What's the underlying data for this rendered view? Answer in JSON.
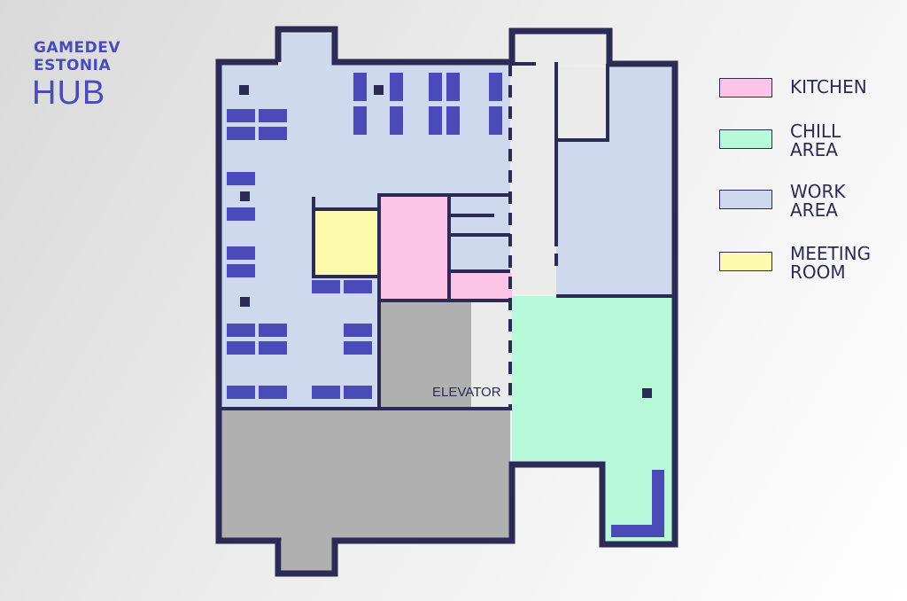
{
  "logo": {
    "line1": "GAMEDEV",
    "line2": "ESTONIA",
    "line3": "HUB"
  },
  "rooms": {
    "elevator_label": "ELEVATOR"
  },
  "legend": [
    {
      "label": "KITCHEN",
      "color": "#fcc4e6"
    },
    {
      "label": "CHILL\nAREA",
      "color": "#b7f9d8"
    },
    {
      "label": "WORK\nAREA",
      "color": "#cfd9ee"
    },
    {
      "label": "MEETING\nROOM",
      "color": "#fbfbab"
    }
  ],
  "colors": {
    "wall": "#2b2b55",
    "desk": "#4a4ab8",
    "corridor": "#b0b0b0",
    "hall": "#ebebeb"
  }
}
